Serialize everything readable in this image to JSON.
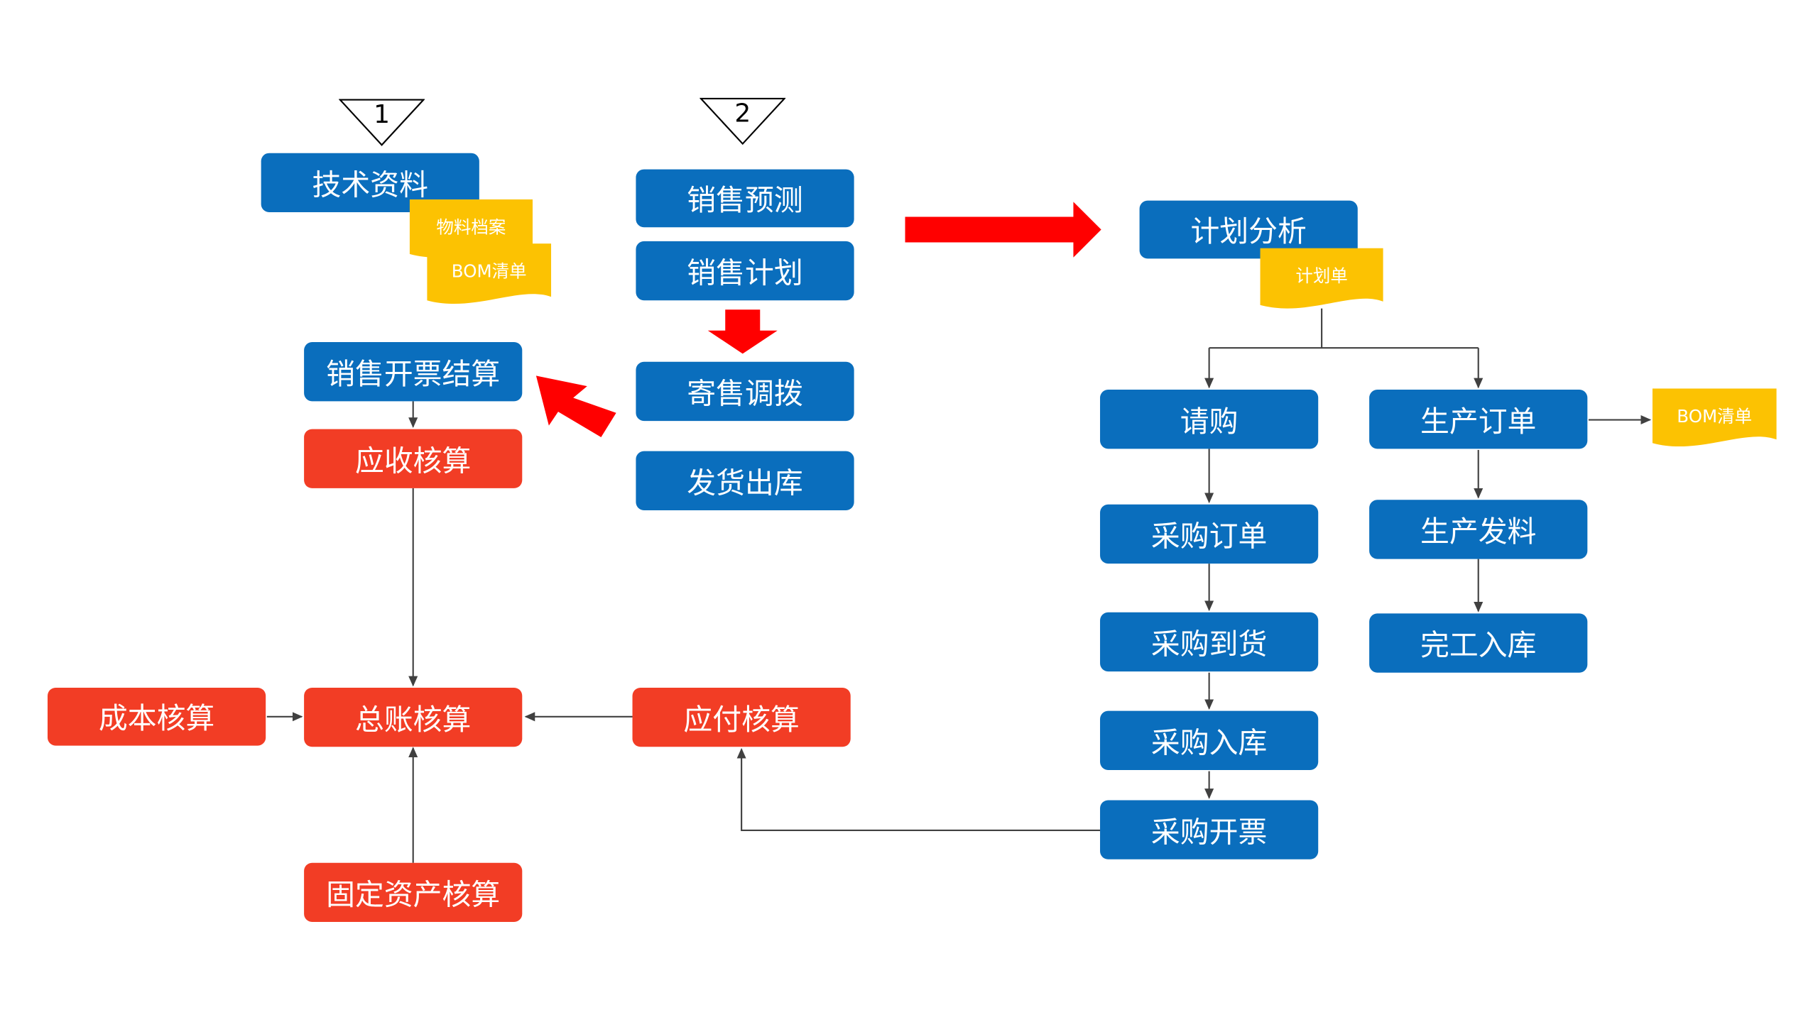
{
  "markers": {
    "one": "1",
    "two": "2"
  },
  "boxes": {
    "tech_docs": "技术资料",
    "sales_forecast": "销售预测",
    "sales_plan": "销售计划",
    "consign_transfer": "寄售调拨",
    "ship_out": "发货出库",
    "sales_invoice": "销售开票结算",
    "ar_accounting": "应收核算",
    "gl_accounting": "总账核算",
    "cost_accounting": "成本核算",
    "ap_accounting": "应付核算",
    "fixed_asset_accounting": "固定资产核算",
    "plan_analysis": "计划分析",
    "purchase_request": "请购",
    "production_order": "生产订单",
    "purchase_order": "采购订单",
    "production_issue": "生产发料",
    "purchase_arrival": "采购到货",
    "completion_stock_in": "完工入库",
    "purchase_stock_in": "采购入库",
    "purchase_invoice": "采购开票"
  },
  "documents": {
    "material_file": "物料档案",
    "bom_list_left": "BOM清单",
    "plan_sheet": "计划单",
    "bom_list_right": "BOM清单"
  },
  "colors": {
    "blue_box": "#0a6ebd",
    "red_box": "#f23d25",
    "document": "#fcc202",
    "big_arrow": "#ff0000",
    "connector": "#404040"
  }
}
